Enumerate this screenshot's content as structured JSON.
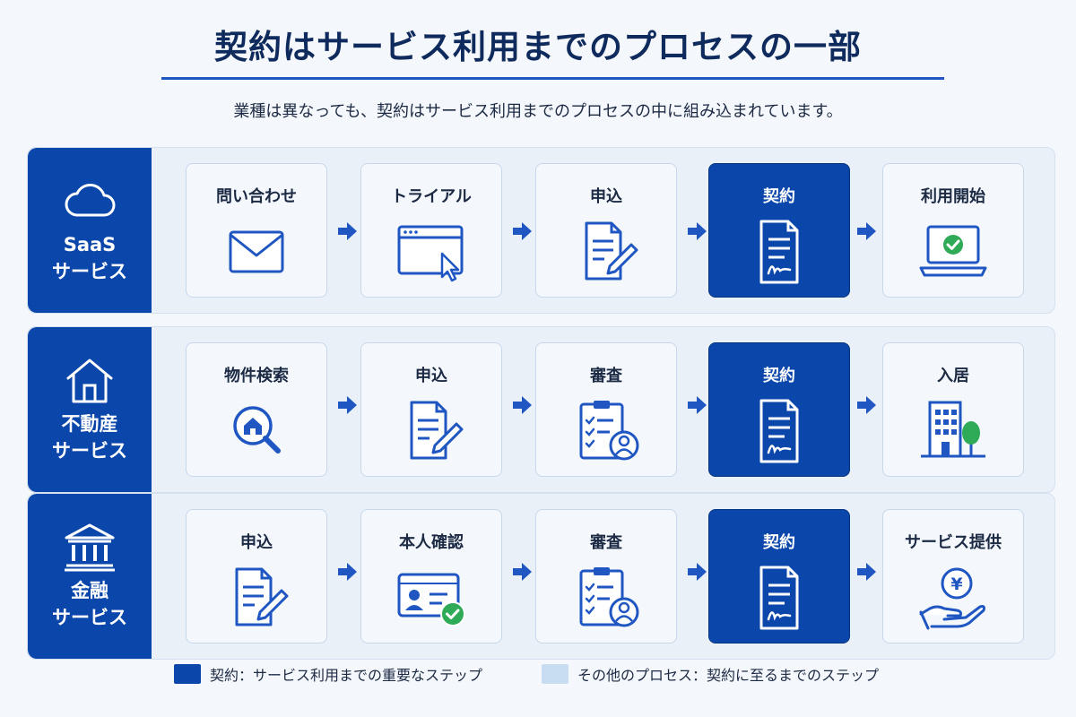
{
  "title": "契約はサービス利用までのプロセスの一部",
  "subtitle": "業種は異なっても、契約はサービス利用までのプロセスの中に組み込まれています。",
  "colors": {
    "accent": "#0b47ab",
    "step_background": "#f4f8fd",
    "row_background": "#eaf0f8",
    "legend_other": "#c8dcf2"
  },
  "rows": [
    {
      "category_lines": [
        "SaaS",
        "サービス"
      ],
      "category_icon": "cloud-icon",
      "steps": [
        {
          "label": "問い合わせ",
          "icon": "envelope-icon",
          "active": false
        },
        {
          "label": "トライアル",
          "icon": "browser-cursor-icon",
          "active": false
        },
        {
          "label": "申込",
          "icon": "document-pen-icon",
          "active": false
        },
        {
          "label": "契約",
          "icon": "signed-document-icon",
          "active": true
        },
        {
          "label": "利用開始",
          "icon": "laptop-check-icon",
          "active": false
        }
      ]
    },
    {
      "category_lines": [
        "不動産",
        "サービス"
      ],
      "category_icon": "house-icon",
      "steps": [
        {
          "label": "物件検索",
          "icon": "house-search-icon",
          "active": false
        },
        {
          "label": "申込",
          "icon": "document-pen-icon",
          "active": false
        },
        {
          "label": "審査",
          "icon": "clipboard-person-icon",
          "active": false
        },
        {
          "label": "契約",
          "icon": "signed-document-icon",
          "active": true
        },
        {
          "label": "入居",
          "icon": "building-tree-icon",
          "active": false
        }
      ]
    },
    {
      "category_lines": [
        "金融",
        "サービス"
      ],
      "category_icon": "bank-icon",
      "steps": [
        {
          "label": "申込",
          "icon": "document-pen-icon",
          "active": false
        },
        {
          "label": "本人確認",
          "icon": "id-card-check-icon",
          "active": false
        },
        {
          "label": "審査",
          "icon": "clipboard-person-icon",
          "active": false
        },
        {
          "label": "契約",
          "icon": "signed-document-icon",
          "active": true
        },
        {
          "label": "サービス提供",
          "icon": "hand-yen-coin-icon",
          "active": false
        }
      ]
    }
  ],
  "legend": {
    "contract": "契約：サービス利用までの重要なステップ",
    "other": "その他のプロセス：契約に至るまでのステップ"
  }
}
